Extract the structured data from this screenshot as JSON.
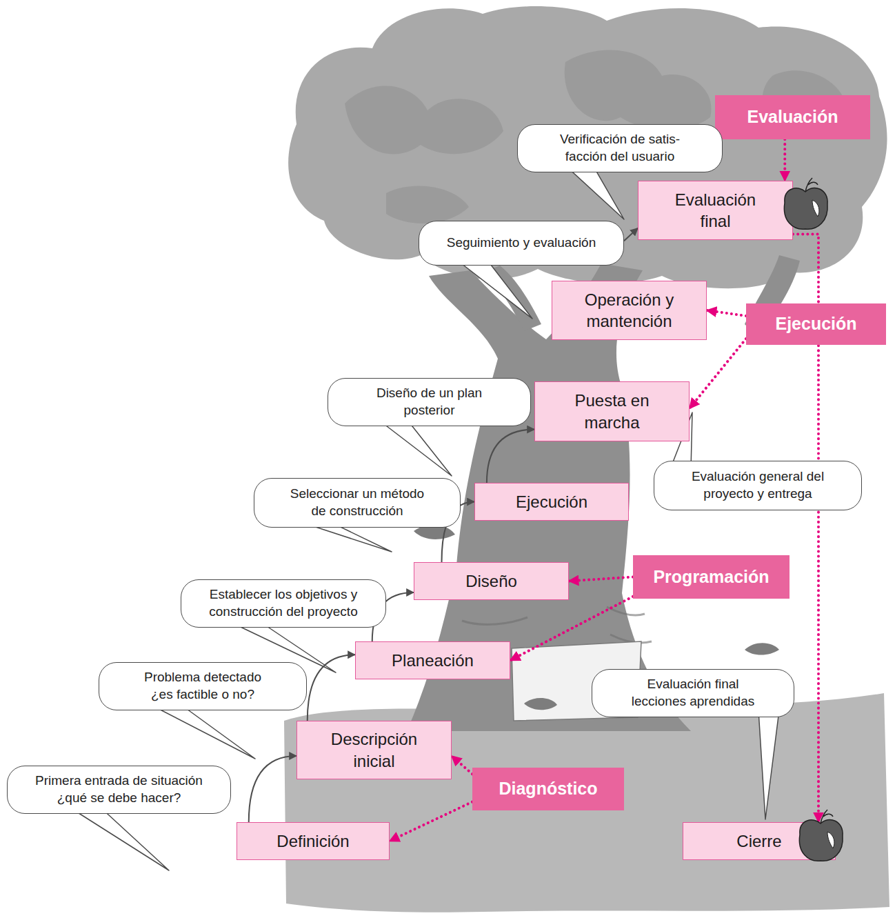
{
  "diagram": {
    "nodes": [
      {
        "text": [
          "Evaluación"
        ]
      },
      {
        "text": [
          "Verificación de satis- facción del usuario"
        ]
      },
      {
        "text": [
          "Evaluación final"
        ]
      },
      {
        "text": [
          "Seguimiento y evaluación"
        ]
      },
      {
        "text": [
          "Operación y mantención"
        ]
      },
      {
        "text": [
          "Ejecución"
        ]
      },
      {
        "text": [
          "Diseño de un plan posterior"
        ]
      },
      {
        "text": [
          "Puesta en marcha"
        ]
      },
      {
        "text": [
          "Evaluación general del proyecto y entrega"
        ]
      },
      {
        "text": [
          "Seleccionar un método de construcción"
        ]
      },
      {
        "text": [
          "Ejecución"
        ]
      },
      {
        "text": [
          "Diseño"
        ]
      },
      {
        "text": [
          "Programación"
        ]
      },
      {
        "text": [
          "Establecer los objetivos y construcción del proyecto"
        ]
      },
      {
        "text": [
          "Planeación"
        ]
      },
      {
        "text": [
          "Problema detectado ¿es factible o no?"
        ]
      },
      {
        "text": [
          "Evaluación final lecciones aprendidas"
        ]
      },
      {
        "text": [
          "Descripción inicial"
        ]
      },
      {
        "text": [
          "Diagnóstico"
        ]
      },
      {
        "text": [
          "Primera entrada de situación ¿qué se debe hacer?"
        ]
      },
      {
        "text": [
          "Definición"
        ]
      },
      {
        "text": [
          "Cierre"
        ]
      }
    ],
    "edges": [
      {
        "from": 20,
        "to": 17,
        "arrow": "to"
      },
      {
        "from": 17,
        "to": 14,
        "arrow": "to"
      },
      {
        "from": 14,
        "to": 11,
        "arrow": "to"
      },
      {
        "from": 11,
        "to": 10,
        "arrow": "to"
      },
      {
        "from": 10,
        "to": 7,
        "arrow": "to"
      },
      {
        "from": 3,
        "to": 2,
        "arrow": "to"
      },
      {
        "from": 0,
        "to": 2,
        "arrow": "to"
      },
      {
        "from": 2,
        "to": 21,
        "arrow": "to"
      },
      {
        "from": 5,
        "to": 4,
        "arrow": "to"
      },
      {
        "from": 5,
        "to": 7,
        "arrow": "to"
      },
      {
        "from": 12,
        "to": 11,
        "arrow": "to"
      },
      {
        "from": 12,
        "to": 14,
        "arrow": "to"
      },
      {
        "from": 18,
        "to": 17,
        "arrow": "to"
      },
      {
        "from": 18,
        "to": 20,
        "arrow": "to"
      }
    ]
  }
}
